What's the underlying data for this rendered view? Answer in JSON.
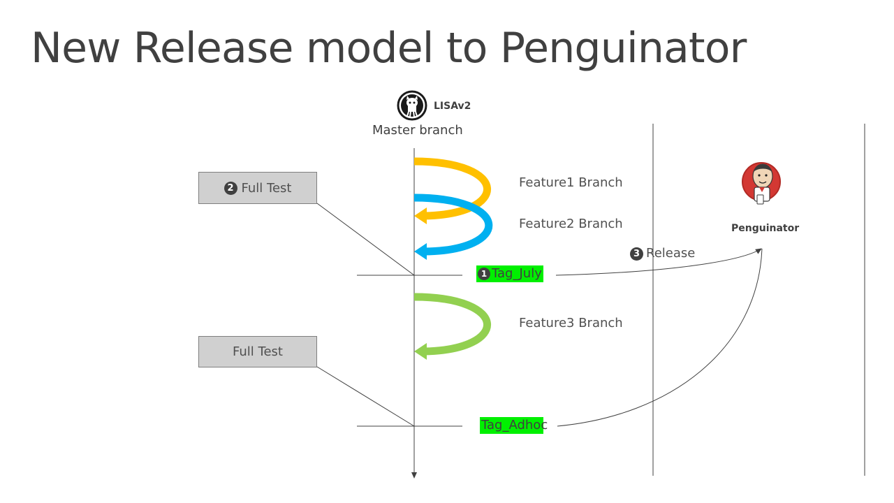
{
  "slide": {
    "title": "New Release model to Penguinator"
  },
  "repo": {
    "name": "LISAv2",
    "icon": "github-icon",
    "branch_label": "Master branch"
  },
  "branches": [
    {
      "label": "Feature1 Branch",
      "color": "#FFC000"
    },
    {
      "label": "Feature2 Branch",
      "color": "#00B0F0"
    },
    {
      "label": "Feature3 Branch",
      "color": "#92D050"
    }
  ],
  "tests": [
    {
      "label": "Full Test",
      "step": "2"
    },
    {
      "label": "Full Test",
      "step": ""
    }
  ],
  "tags": [
    {
      "label": "Tag_July",
      "step": "1",
      "color": "#00F000"
    },
    {
      "label": "Tag_Adhoc",
      "step": "",
      "color": "#00F000"
    }
  ],
  "release": {
    "label": "Release",
    "step": "3"
  },
  "target": {
    "name": "Penguinator",
    "icon": "jenkins-icon"
  }
}
